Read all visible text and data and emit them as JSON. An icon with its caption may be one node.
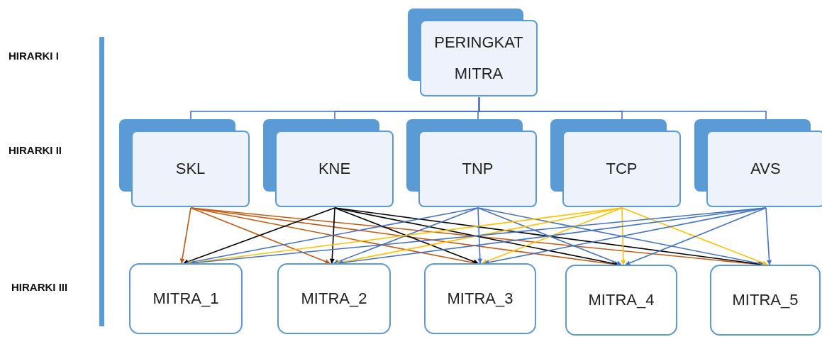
{
  "diagram": {
    "nodes": [
      {
        "text": [
          "PERINGKAT MITRA"
        ]
      },
      {
        "text": [
          "SKL"
        ]
      },
      {
        "text": [
          "KNE"
        ]
      },
      {
        "text": [
          "TNP"
        ]
      },
      {
        "text": [
          "TCP"
        ]
      },
      {
        "text": [
          "AVS"
        ]
      },
      {
        "text": [
          "MITRA_1"
        ]
      },
      {
        "text": [
          "MITRA_2"
        ]
      },
      {
        "text": [
          "MITRA_3"
        ]
      },
      {
        "text": [
          "MITRA_4"
        ]
      },
      {
        "text": [
          "MITRA_5"
        ]
      }
    ],
    "edges": [
      {
        "from": 0,
        "to": 1,
        "arrow": "none"
      },
      {
        "from": 0,
        "to": 2,
        "arrow": "none"
      },
      {
        "from": 0,
        "to": 3,
        "arrow": "none"
      },
      {
        "from": 0,
        "to": 4,
        "arrow": "none"
      },
      {
        "from": 0,
        "to": 5,
        "arrow": "none"
      },
      {
        "from": 1,
        "to": 6,
        "arrow": "to",
        "color": "#c55a11"
      },
      {
        "from": 1,
        "to": 7,
        "arrow": "to",
        "color": "#c55a11"
      },
      {
        "from": 1,
        "to": 8,
        "arrow": "to",
        "color": "#c55a11"
      },
      {
        "from": 1,
        "to": 9,
        "arrow": "to",
        "color": "#c55a11"
      },
      {
        "from": 1,
        "to": 10,
        "arrow": "to",
        "color": "#c55a11"
      },
      {
        "from": 2,
        "to": 6,
        "arrow": "to",
        "color": "#000000"
      },
      {
        "from": 2,
        "to": 7,
        "arrow": "to",
        "color": "#000000"
      },
      {
        "from": 2,
        "to": 8,
        "arrow": "to",
        "color": "#000000"
      },
      {
        "from": 2,
        "to": 9,
        "arrow": "to",
        "color": "#000000"
      },
      {
        "from": 2,
        "to": 10,
        "arrow": "to",
        "color": "#000000"
      },
      {
        "from": 3,
        "to": 6,
        "arrow": "to"
      },
      {
        "from": 3,
        "to": 7,
        "arrow": "to"
      },
      {
        "from": 3,
        "to": 8,
        "arrow": "to"
      },
      {
        "from": 3,
        "to": 9,
        "arrow": "to"
      },
      {
        "from": 3,
        "to": 10,
        "arrow": "to"
      },
      {
        "from": 4,
        "to": 6,
        "arrow": "to",
        "color": "#ffc000"
      },
      {
        "from": 4,
        "to": 7,
        "arrow": "to",
        "color": "#ffc000"
      },
      {
        "from": 4,
        "to": 8,
        "arrow": "to",
        "color": "#ffc000"
      },
      {
        "from": 4,
        "to": 9,
        "arrow": "to",
        "color": "#ffc000"
      },
      {
        "from": 4,
        "to": 10,
        "arrow": "to",
        "color": "#ffc000"
      },
      {
        "from": 5,
        "to": 6,
        "arrow": "to"
      },
      {
        "from": 5,
        "to": 7,
        "arrow": "to"
      },
      {
        "from": 5,
        "to": 8,
        "arrow": "to"
      },
      {
        "from": 5,
        "to": 9,
        "arrow": "to"
      },
      {
        "from": 5,
        "to": 10,
        "arrow": "to"
      }
    ],
    "labels": [
      "HIRARKI I",
      "HIRARKI II",
      "HIRARKI III"
    ]
  }
}
